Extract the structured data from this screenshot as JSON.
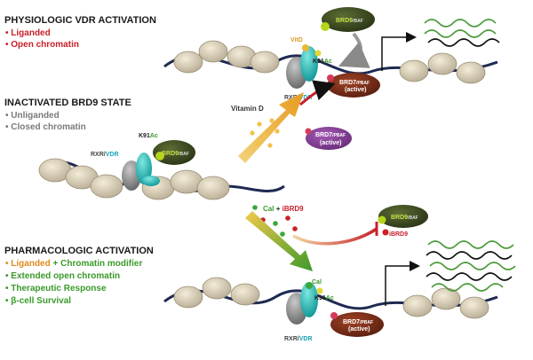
{
  "colors": {
    "red": "#c8202a",
    "gray": "#7a7a7a",
    "orange": "#e08a1e",
    "green": "#3a9a2a",
    "cyan": "#18a4b8",
    "brd9_fill": "#3d4a22",
    "brd7_fill": "#7a2a1a",
    "lime": "#b6d419",
    "purple": "#8a4a9a"
  },
  "physiologic": {
    "title": "PHYSIOLOGIC VDR ACTIVATION",
    "bullets": [
      "Liganded",
      "Open chromatin"
    ]
  },
  "inactivated": {
    "title": "INACTIVATED BRD9 STATE",
    "bullets": [
      "Unliganded",
      "Closed chromatin"
    ]
  },
  "pharmacologic": {
    "title": "PHARMACOLOGIC ACTIVATION",
    "bullet_1_a": "Liganded",
    "bullet_1_b": " + Chromatin modifier",
    "bullets": [
      "Extended open chromatin",
      "Therapeutic Response",
      "β-cell Survival"
    ]
  },
  "labels": {
    "brd9": "BRD9",
    "baf": "/BAF",
    "brd7": "BRD7",
    "pbaf": "/PBAF",
    "active": "(active)",
    "vitd": "VitD",
    "vitamin_d": "Vitamin D",
    "k91ac_k91": "K91",
    "k91ac_ac": "Ac",
    "rxr": "RXR/",
    "vdr": "VDR",
    "cal": "Cal",
    "plus": "+",
    "ibrd9": "iBRD9"
  }
}
